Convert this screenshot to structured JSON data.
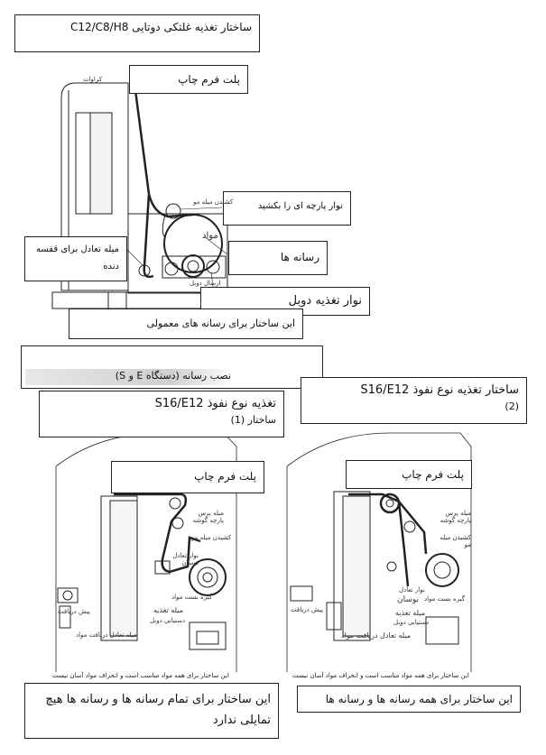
{
  "top": {
    "title": "ساختار تغذیه غلتکی دوتایی C12/C8/H8",
    "printing_plate": "پلت فرم چاپ",
    "fabric_strip": "نوار پارچه ای را بکشید",
    "ribbons": "رسانه ها",
    "balance_rod": "میله تعادل برای قفسه دنده",
    "double_feed": "نوار تغذیه دوبل",
    "normal_structure": "این ساختار برای رسانه های معمولی",
    "small_cravat": "کراوات",
    "small_pull_rod": "کشیدن میله مو",
    "small_material": "مواد",
    "small_double_send": "ارسال دوبل"
  },
  "middle": {
    "install_media": "نصب رسانه (دستگاه E و S)",
    "left_header_line1": "تغذیه نوع نفوذ S16/E12",
    "left_header_line2": "ساختار (1)",
    "right_header_line1": "ساختار تغذیه نوع نفوذ S16/E12",
    "right_header_line2": "(2)"
  },
  "left_diagram": {
    "plate": "پلت فرم چاپ",
    "label_corner_rod": "میله پرس پارچه گوشه",
    "label_pull_rod": "کشیدن میله مو",
    "label_balance_strip": "نوار تعادل نوسان",
    "label_feed_rod": "میله تغذیه",
    "label_feed_double": "دستیابی دوبل",
    "label_front_receive": "پیش دریافت",
    "label_small_bottom": "میله تعادل دریافت مواد",
    "label_clamp": "گیره بست مواد",
    "caption_under": "این ساختار برای همه مواد مناسب است و انحراف مواد آسان نیست",
    "note": "این ساختار برای تمام رسانه ها و رسانه ها هیچ تمایلی ندارد"
  },
  "right_diagram": {
    "plate": "پلت فرم چاپ",
    "label_corner_rod": "میله پرس پارچه گوشه",
    "label_pull_rod": "کشیدن میله مو",
    "label_balance_strip": "نوار تعادل",
    "label_swing": "نوسان",
    "label_feed_rod": "میله تغذیه",
    "label_feed_double": "دستیابی دوبل",
    "label_front_receive": "پیش دریافت",
    "label_receive_rod": "میله تعادل دریافت مواد",
    "label_clamp": "گیره بست مواد",
    "caption_under": "این ساختار برای همه مواد مناسب است و انحراف مواد آسان نیست",
    "note": "این ساختار برای همه رسانه ها و رسانه ها"
  }
}
